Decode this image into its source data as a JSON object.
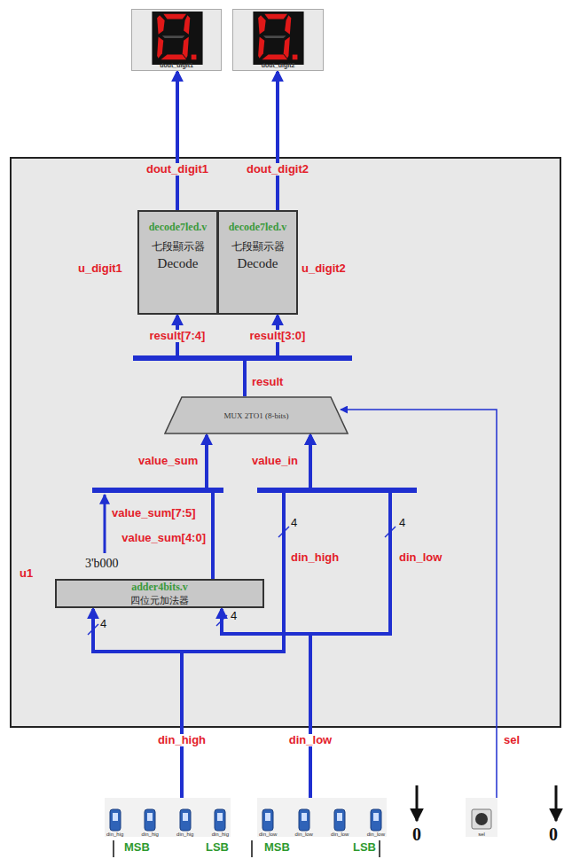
{
  "diagram": {
    "nodes": [
      {
        "text": [
          "dout_digit1"
        ]
      },
      {
        "text": [
          "dout_digit2"
        ]
      },
      {
        "text": [
          "decode7led.v",
          "七段顯示器",
          "Decode"
        ]
      },
      {
        "text": [
          "decode7led.v",
          "七段顯示器",
          "Decode"
        ]
      },
      {
        "text": [
          "MUX 2TO1 (8-bits)"
        ]
      },
      {
        "text": [
          "adder4bits.v",
          "四位元加法器"
        ]
      },
      {
        "text": [
          "din_hig",
          "din_hig",
          "din_hig",
          "din_hig"
        ]
      },
      {
        "text": [
          "din_low",
          "din_low",
          "din_low",
          "din_low"
        ]
      },
      {
        "text": [
          "sel"
        ]
      }
    ],
    "edges": [
      {
        "from": 2,
        "to": 0,
        "arrow": "to",
        "label": "dout_digit1"
      },
      {
        "from": 3,
        "to": 1,
        "arrow": "to",
        "label": "dout_digit2"
      },
      {
        "from": 4,
        "to": 2,
        "arrow": "to",
        "label": "result[7:4]"
      },
      {
        "from": 4,
        "to": 3,
        "arrow": "to",
        "label": "result[3:0]"
      },
      {
        "from": 5,
        "to": 4,
        "arrow": "to",
        "label": "value_sum[4:0]"
      },
      {
        "from": 6,
        "to": 5,
        "arrow": "to"
      },
      {
        "from": 6,
        "to": 4,
        "arrow": "to",
        "label": "din_high"
      },
      {
        "from": 7,
        "to": 5,
        "arrow": "to"
      },
      {
        "from": 7,
        "to": 4,
        "arrow": "to",
        "label": "din_low"
      },
      {
        "from": 8,
        "to": 4,
        "arrow": "to"
      }
    ],
    "labels": [
      "u_digit1",
      "u_digit2",
      "result",
      "value_in",
      "value_sum",
      "value_sum[7:5]",
      "3'b000",
      "u1",
      "4",
      "4",
      "4",
      "4",
      "din_high",
      "din_low",
      "sel",
      "0",
      "0",
      "MSB",
      "LSB",
      "MSB",
      "LSB"
    ]
  }
}
